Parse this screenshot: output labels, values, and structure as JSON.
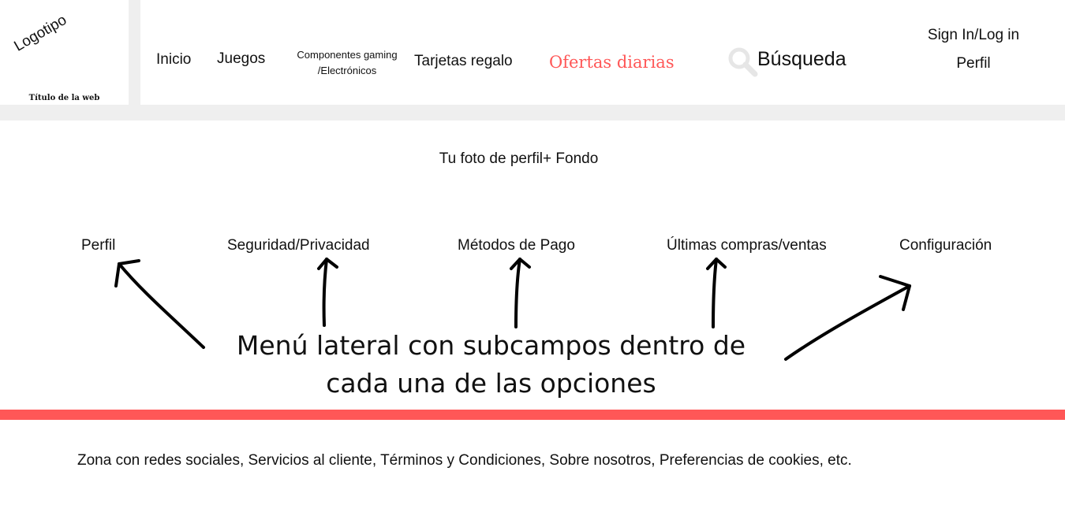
{
  "header": {
    "logo_text": "Logotipo",
    "site_title": "Título de la web",
    "nav": {
      "inicio": "Inicio",
      "juegos": "Juegos",
      "componentes_line1": "Componentes gaming",
      "componentes_line2": "/Electrónicos",
      "tarjetas": "Tarjetas regalo",
      "ofertas": "Ofertas diarias"
    },
    "search": {
      "icon": "search-icon",
      "label": "Búsqueda"
    },
    "account": {
      "sign_in": "Sign In/Log in",
      "profile": "Perfil"
    }
  },
  "main": {
    "profile_photo": "Tu foto de perfil+ Fondo",
    "menu_options": [
      "Perfil",
      "Seguridad/Privacidad",
      "Métodos de Pago",
      "Últimas compras/ventas",
      "Configuración"
    ],
    "menu_note_line1": "Menú lateral con subcampos dentro de",
    "menu_note_line2": "cada una de las opciones"
  },
  "footer": {
    "text": "Zona con redes sociales, Servicios al cliente, Términos y Condiciones, Sobre nosotros, Preferencias de cookies, etc."
  },
  "colors": {
    "accent": "#ff5757",
    "band": "#efefef",
    "text": "#111111"
  }
}
